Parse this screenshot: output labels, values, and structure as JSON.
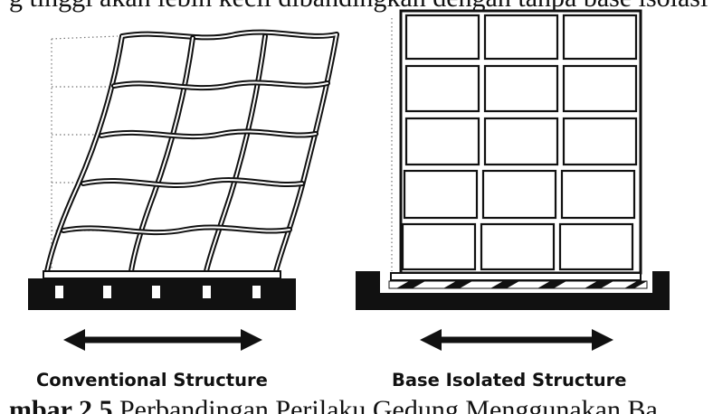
{
  "document": {
    "top_line": "g tinggi akan lebih kecil dibandingkan dengan tanpa base isolasi",
    "caption_label": "mbar 2.5",
    "caption_text": " Perbandingan Perilaku Gedung Menggunakan Ba"
  },
  "diagram": {
    "left_label": "Conventional Structure",
    "right_label": "Base Isolated Structure"
  },
  "colors": {
    "ink": "#111111",
    "frame_fill": "#ffffff"
  }
}
